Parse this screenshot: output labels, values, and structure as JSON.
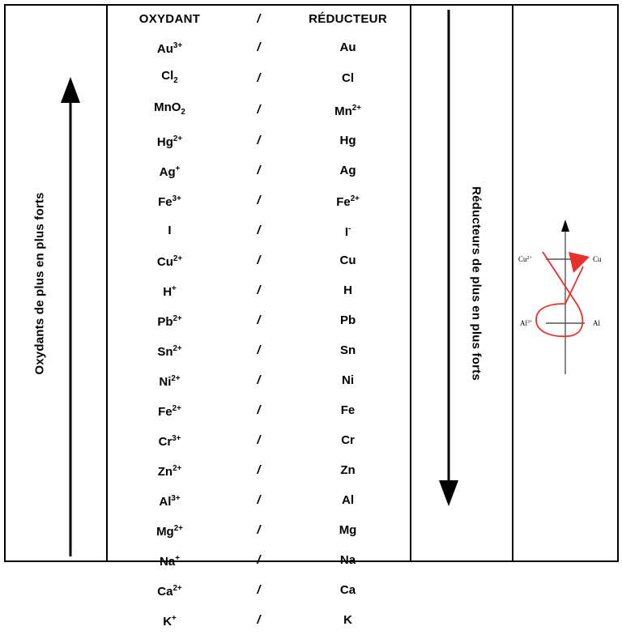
{
  "figure": {
    "title_visible": false,
    "colors": {
      "border": "#000000",
      "text": "#000000",
      "arrow": "#000000",
      "gamma_path": "#e8302a",
      "gamma_axis": "#555555"
    }
  },
  "left_panel": {
    "label": "Oxydants de plus en plus forts",
    "arrow_direction": "up",
    "arrow_icon": "arrow-up-icon"
  },
  "reducers_panel": {
    "label": "Réducteurs de plus en plus forts",
    "arrow_direction": "down",
    "arrow_icon": "arrow-down-icon"
  },
  "table": {
    "headers": {
      "oxidant": "OXYDANT",
      "separator": "/",
      "reducer": "RÉDUCTEUR"
    },
    "separator": "/",
    "rows": [
      {
        "oxidant_base": "Au",
        "oxidant_sup": "3+",
        "oxidant_sub": "",
        "reducer_base": "Au",
        "reducer_sup": "",
        "reducer_sub": ""
      },
      {
        "oxidant_base": "Cl",
        "oxidant_sup": "",
        "oxidant_sub": "2",
        "reducer_base": "Cl",
        "reducer_sup": "",
        "reducer_sub": ""
      },
      {
        "oxidant_base": "MnO",
        "oxidant_sup": "",
        "oxidant_sub": "2",
        "reducer_base": "Mn",
        "reducer_sup": "2+",
        "reducer_sub": ""
      },
      {
        "oxidant_base": "Hg",
        "oxidant_sup": "2+",
        "oxidant_sub": "",
        "reducer_base": "Hg",
        "reducer_sup": "",
        "reducer_sub": ""
      },
      {
        "oxidant_base": "Ag",
        "oxidant_sup": "+",
        "oxidant_sub": "",
        "reducer_base": "Ag",
        "reducer_sup": "",
        "reducer_sub": ""
      },
      {
        "oxidant_base": "Fe",
        "oxidant_sup": "3+",
        "oxidant_sub": "",
        "reducer_base": "Fe",
        "reducer_sup": "2+",
        "reducer_sub": ""
      },
      {
        "oxidant_base": "I",
        "oxidant_sup": "",
        "oxidant_sub": "",
        "reducer_base": "I",
        "reducer_sup": "-",
        "reducer_sub": ""
      },
      {
        "oxidant_base": "Cu",
        "oxidant_sup": "2+",
        "oxidant_sub": "",
        "reducer_base": "Cu",
        "reducer_sup": "",
        "reducer_sub": ""
      },
      {
        "oxidant_base": "H",
        "oxidant_sup": "+",
        "oxidant_sub": "",
        "reducer_base": "H",
        "reducer_sup": "",
        "reducer_sub": ""
      },
      {
        "oxidant_base": "Pb",
        "oxidant_sup": "2+",
        "oxidant_sub": "",
        "reducer_base": "Pb",
        "reducer_sup": "",
        "reducer_sub": ""
      },
      {
        "oxidant_base": "Sn",
        "oxidant_sup": "2+",
        "oxidant_sub": "",
        "reducer_base": "Sn",
        "reducer_sup": "",
        "reducer_sub": ""
      },
      {
        "oxidant_base": "Ni",
        "oxidant_sup": "2+",
        "oxidant_sub": "",
        "reducer_base": "Ni",
        "reducer_sup": "",
        "reducer_sub": ""
      },
      {
        "oxidant_base": "Fe",
        "oxidant_sup": "2+",
        "oxidant_sub": "",
        "reducer_base": "Fe",
        "reducer_sup": "",
        "reducer_sub": ""
      },
      {
        "oxidant_base": "Cr",
        "oxidant_sup": "3+",
        "oxidant_sub": "",
        "reducer_base": "Cr",
        "reducer_sup": "",
        "reducer_sub": ""
      },
      {
        "oxidant_base": "Zn",
        "oxidant_sup": "2+",
        "oxidant_sub": "",
        "reducer_base": "Zn",
        "reducer_sup": "",
        "reducer_sub": ""
      },
      {
        "oxidant_base": "Al",
        "oxidant_sup": "3+",
        "oxidant_sub": "",
        "reducer_base": "Al",
        "reducer_sup": "",
        "reducer_sub": ""
      },
      {
        "oxidant_base": "Mg",
        "oxidant_sup": "2+",
        "oxidant_sub": "",
        "reducer_base": "Mg",
        "reducer_sup": "",
        "reducer_sub": ""
      },
      {
        "oxidant_base": "Na",
        "oxidant_sup": "+",
        "oxidant_sub": "",
        "reducer_base": "Na",
        "reducer_sup": "",
        "reducer_sub": ""
      },
      {
        "oxidant_base": "Ca",
        "oxidant_sup": "2+",
        "oxidant_sub": "",
        "reducer_base": "Ca",
        "reducer_sup": "",
        "reducer_sub": ""
      },
      {
        "oxidant_base": "K",
        "oxidant_sup": "+",
        "oxidant_sub": "",
        "reducer_base": "K",
        "reducer_sup": "",
        "reducer_sub": ""
      }
    ]
  },
  "gamma_diagram": {
    "top_left_label_base": "Cu",
    "top_left_label_sup": "2+",
    "top_right_label": "Cu",
    "bottom_left_label_base": "Al",
    "bottom_left_label_sup": "3+",
    "bottom_right_label": "Al",
    "axis_arrow_direction": "up",
    "path_color": "#e8302a"
  }
}
